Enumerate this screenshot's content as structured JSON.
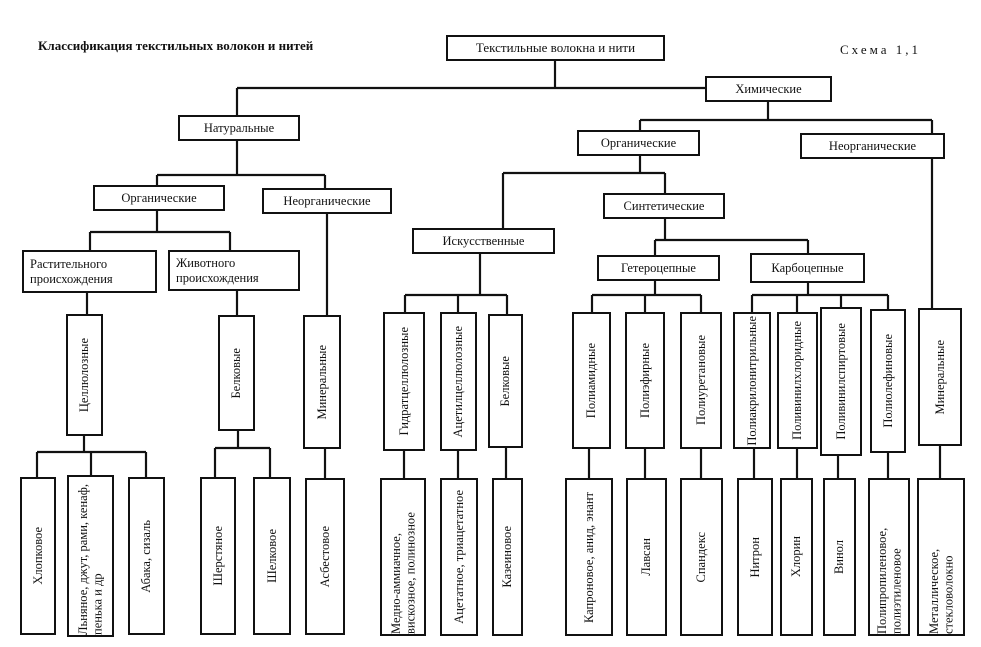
{
  "title": "Классификация текстильных волокон и нитей",
  "scheme_label": "Схема 1,1",
  "root": "Текстильные волокна и нити",
  "natural": {
    "label": "Натуральные",
    "organic": "Органические",
    "inorganic": "Неорганические",
    "plant": "Растительного происхождения",
    "animal": "Животного происхождения",
    "cellulose": "Целлюлозные",
    "protein": "Белковые",
    "mineral": "Минеральные",
    "leaves": [
      "Хлопковое",
      "Льняное, джут, рами, кенаф, пенька и др",
      "Абака, сизаль",
      "Шерстяное",
      "Шелковое",
      "Асбестовое"
    ]
  },
  "chemical": {
    "label": "Химические",
    "organic": "Органические",
    "inorganic": "Неорганические",
    "artificial": "Искусственные",
    "synthetic": "Синтетические",
    "heterochain": "Гетероцепные",
    "carbochain": "Карбоцепные",
    "groups": [
      "Гидратцеллюлозные",
      "Ацетилцеллюлозные",
      "Белковые",
      "Полиамидные",
      "Полиэфирные",
      "Полиуретановые",
      "Полиакрилонитрильные",
      "Поливинилхлоридные",
      "Поливинилспиртовые",
      "Полиолефиновые",
      "Минеральные"
    ],
    "leaves": [
      "Медно-аммиачное, вискозное, полинозное",
      "Ацетатное, триацетатное",
      "Казеиновое",
      "Капроновое, анид, энант",
      "Лавсан",
      "Спандекс",
      "Нитрон",
      "Хлорин",
      "Винол",
      "Полипропиленовое, полиэтиленовое",
      "Металлическое, стекловолокно"
    ]
  }
}
